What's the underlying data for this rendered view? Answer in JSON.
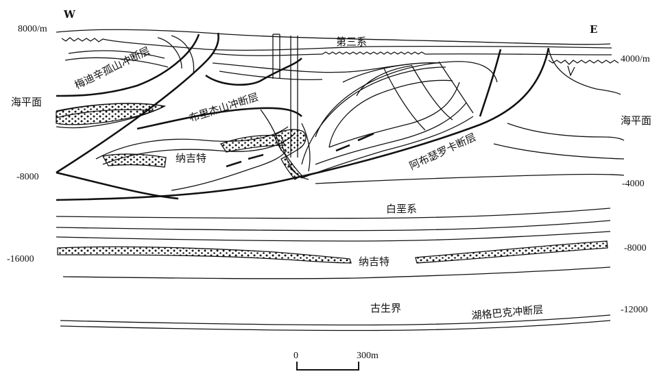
{
  "directions": {
    "west": "W",
    "east": "E"
  },
  "left_axis": {
    "top": "8000/m",
    "sea_level": "海平面",
    "minus8000": "-8000",
    "minus16000": "-16000"
  },
  "right_axis": {
    "top": "4000/m",
    "sea_level": "海平面",
    "minus4000": "-4000",
    "minus8000": "-8000",
    "minus12000": "-12000"
  },
  "labels": {
    "quaternary": "第三系",
    "meidixin_fault": "梅迪辛孤山冲断层",
    "bulijieshan_fault": "布里杰山冲断层",
    "abusaluoka_fault": "阿布瑟罗卡断层",
    "najite_upper": "纳吉特",
    "cretaceous": "白垩系",
    "najite_lower": "纳吉特",
    "paleozoic": "古生界",
    "hugebake_fault": "湖格巴克冲断层"
  },
  "scale": {
    "start": "0",
    "end": "300m"
  }
}
